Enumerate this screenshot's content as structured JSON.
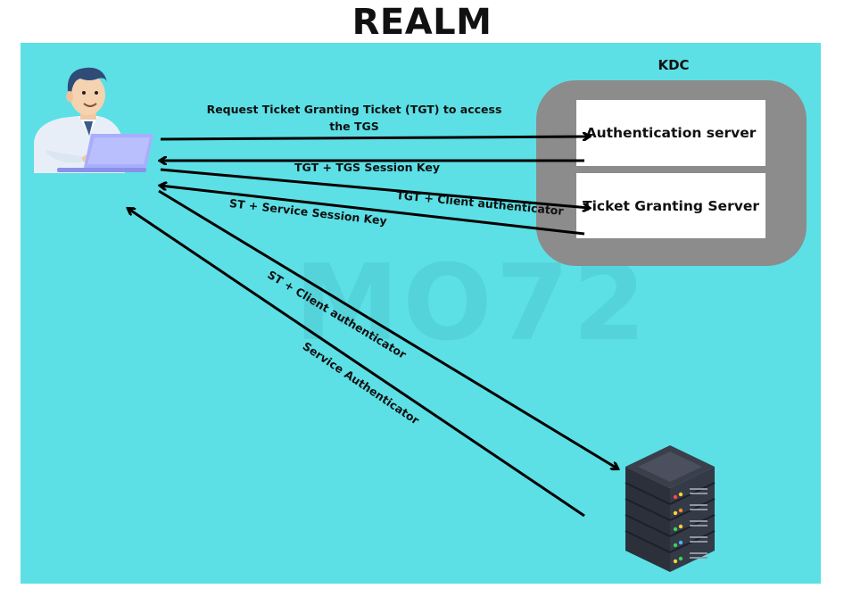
{
  "title": "REALM",
  "kdc": {
    "label": "KDC",
    "authentication_server": "Authentication server",
    "ticket_granting_server": "Ticket Granting Server"
  },
  "watermark": "MO72",
  "messages": {
    "request_tgt": "Request Ticket Granting Ticket (TGT) to access the TGS",
    "tgt_session_key": "TGT + TGS Session Key",
    "tgt_client_auth": "TGT + Client authenticator",
    "st_service_key": "ST + Service Session Key",
    "st_client_auth": "ST + Client authenticator",
    "service_authenticator": "Service Authenticator"
  },
  "icons": {
    "client": "user-laptop-icon",
    "service": "server-rack-icon"
  }
}
